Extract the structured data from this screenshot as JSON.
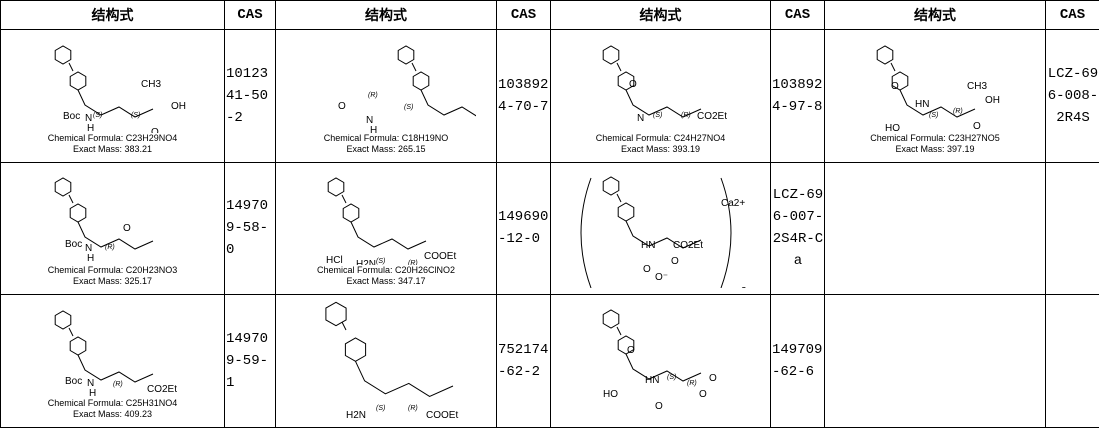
{
  "headers": [
    "结构式",
    "CAS",
    "结构式",
    "CAS",
    "结构式",
    "CAS",
    "结构式",
    "CAS"
  ],
  "rows": [
    [
      {
        "labels": [
          "Boc",
          "N",
          "H",
          "(S)",
          "(S)",
          "CH3",
          "OH",
          "O"
        ],
        "formula_label": "Chemical Formula: ",
        "formula": "C23H29NO4",
        "mass": "Exact Mass: 383.21"
      },
      {
        "cas": "1012341-50-2"
      },
      {
        "labels": [
          "O",
          "N",
          "H",
          "(R)",
          "(S)"
        ],
        "formula_label": "Chemical Formula: ",
        "formula": "C18H19NO",
        "mass": "Exact Mass: 265.15"
      },
      {
        "cas": "1038924-70-7"
      },
      {
        "labels": [
          "O",
          "N",
          "O",
          "(S)",
          "(R)",
          "CO2Et"
        ],
        "formula_label": "Chemical Formula: ",
        "formula": "C24H27NO4",
        "mass": "Exact Mass: 393.19"
      },
      {
        "cas": "1038924-97-8"
      },
      {
        "labels": [
          "HN",
          "(S)",
          "(R)",
          "CH3",
          "OH",
          "O",
          "HO",
          "O",
          "O"
        ],
        "formula_label": "Chemical Formula: ",
        "formula": "C23H27NO5",
        "mass": "Exact Mass: 397.19"
      },
      {
        "cas": "LCZ-696-008-2R4S"
      }
    ],
    [
      {
        "labels": [
          "Boc",
          "N",
          "H",
          "(R)",
          "O"
        ],
        "formula_label": "Chemical Formula: ",
        "formula": "C20H23NO3",
        "mass": "Exact Mass: 325.17"
      },
      {
        "cas": "149709-58-0"
      },
      {
        "labels": [
          "HCl",
          "H2N",
          "(S)",
          "(R)",
          "COOEt"
        ],
        "formula_label": "Chemical Formula: ",
        "formula": "C20H26ClNO2",
        "mass": "Exact Mass: 347.17"
      },
      {
        "cas": "149690-12-0"
      },
      {
        "labels": [
          "HN",
          "O",
          "CO2Et",
          "O",
          "O⁻",
          "Ca2+",
          "2"
        ]
      },
      {
        "cas": "LCZ-696-007-2S4R-Ca"
      },
      {},
      {
        "cas": ""
      }
    ],
    [
      {
        "labels": [
          "Boc",
          "N",
          "H",
          "(R)",
          "CO2Et"
        ],
        "formula_label": "Chemical Formula: ",
        "formula": "C25H31NO4",
        "mass": "Exact Mass: 409.23"
      },
      {
        "cas": "149709-59-1"
      },
      {
        "labels": [
          "H2N",
          "(S)",
          "(R)",
          "COOEt"
        ]
      },
      {
        "cas": "752174-62-2"
      },
      {
        "labels": [
          "HN",
          "(S)",
          "(R)",
          "O",
          "O",
          "HO",
          "O",
          "O"
        ]
      },
      {
        "cas": "149709-62-6"
      },
      {},
      {
        "cas": ""
      }
    ]
  ]
}
